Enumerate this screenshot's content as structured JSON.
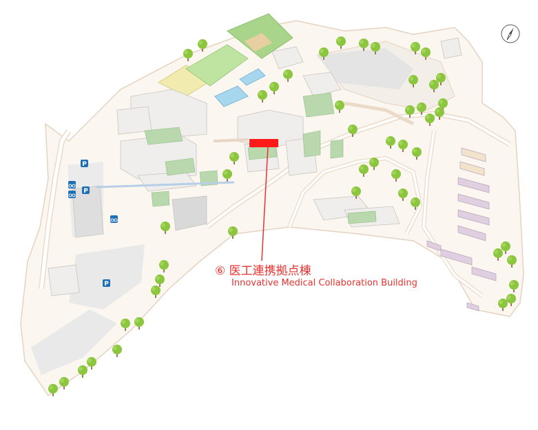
{
  "map": {
    "highlight_label_ja": "⑥ 医工連携拠点棟",
    "highlight_label_en": "Innovative Medical Collaboration Building",
    "highlight_color": "#e8322f",
    "parking_glyph": "P",
    "icons": [
      "compass-icon",
      "parking-icon",
      "bicycle-icon",
      "motorcycle-icon",
      "tree-icon"
    ]
  }
}
